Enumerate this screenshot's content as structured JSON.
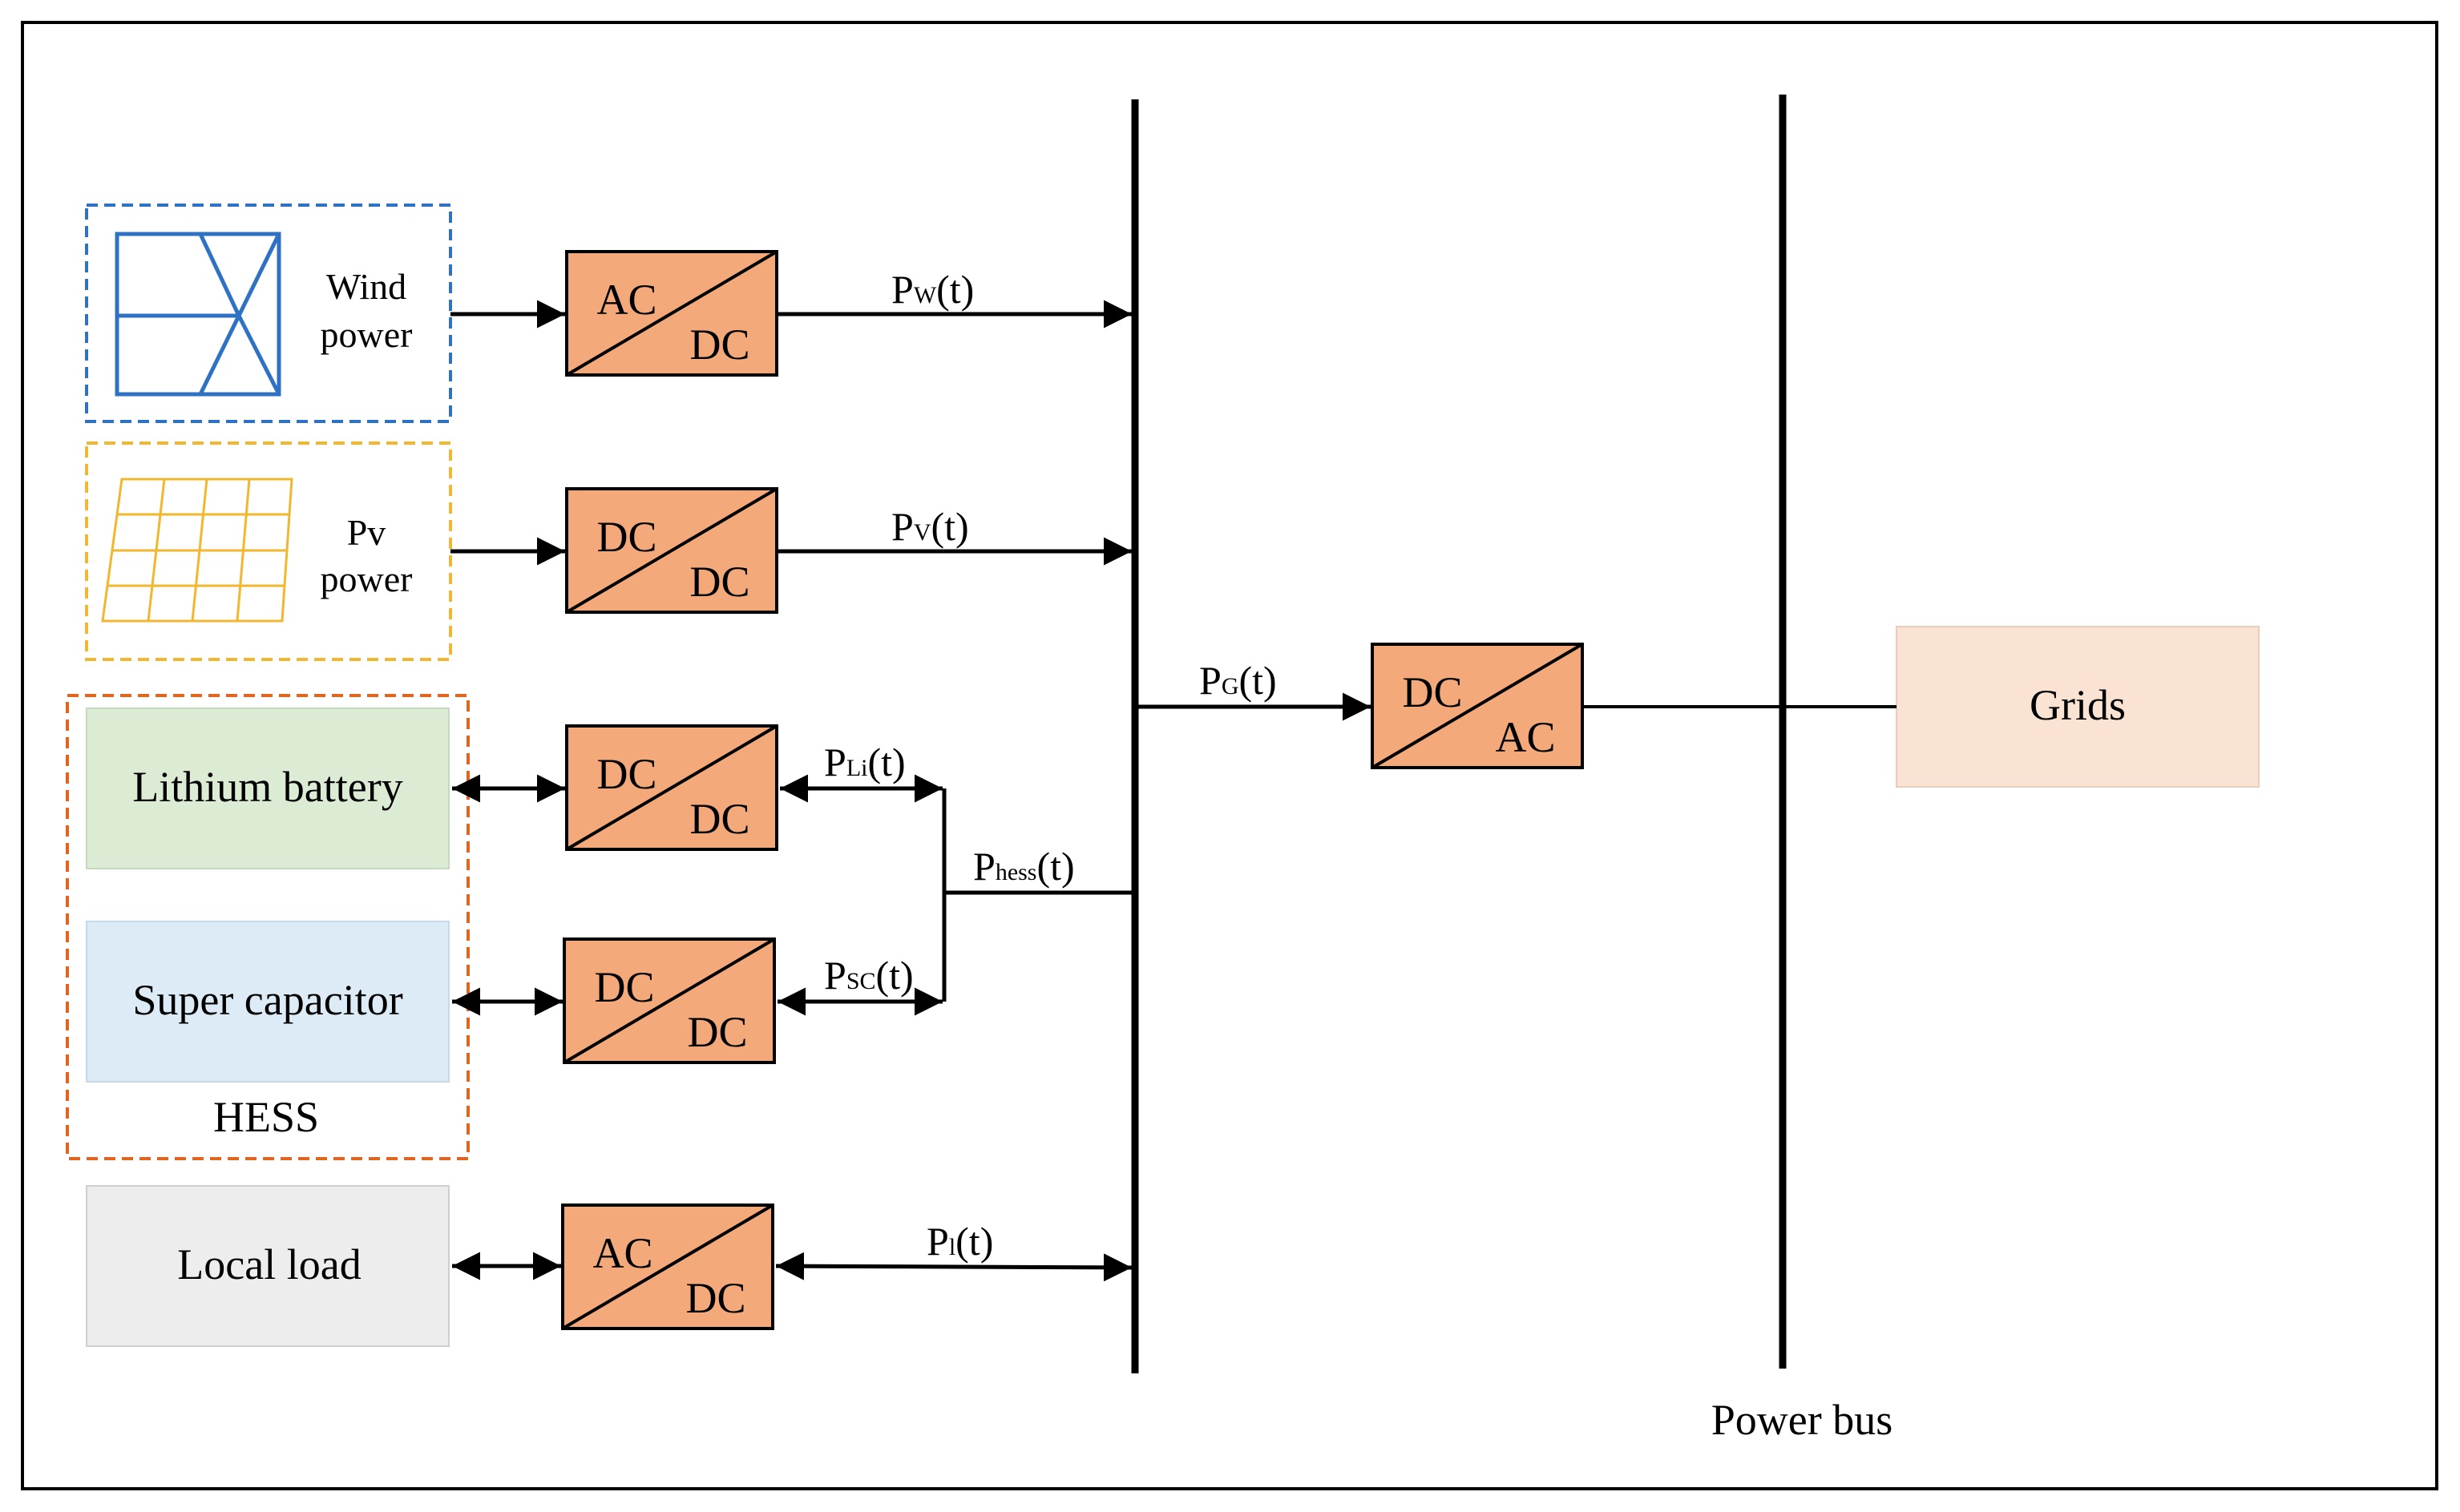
{
  "sources": {
    "wind_line1": "Wind",
    "wind_line2": "power",
    "pv_line1": "Pv",
    "pv_line2": "power"
  },
  "hess": {
    "label": "HESS",
    "battery": "Lithium battery",
    "capacitor": "Super capacitor"
  },
  "load": "Local load",
  "grid": "Grids",
  "bus_label": "Power bus",
  "converters": [
    {
      "top": "AC",
      "bottom": "DC"
    },
    {
      "top": "DC",
      "bottom": "DC"
    },
    {
      "top": "DC",
      "bottom": "DC"
    },
    {
      "top": "DC",
      "bottom": "DC"
    },
    {
      "top": "AC",
      "bottom": "DC"
    },
    {
      "top": "DC",
      "bottom": "AC"
    }
  ],
  "signals": {
    "pw": {
      "base": "P",
      "sub": "W",
      "arg": "(t)"
    },
    "pv": {
      "base": "P",
      "sub": "V",
      "arg": "(t)"
    },
    "pli": {
      "base": "P",
      "sub": "Li",
      "arg": "(t)"
    },
    "psc": {
      "base": "P",
      "sub": "SC",
      "arg": "(t)"
    },
    "phess": {
      "base": "P",
      "sub": "hess",
      "arg": "(t)"
    },
    "pl": {
      "base": "P",
      "sub": "l",
      "arg": "(t)"
    },
    "pg": {
      "base": "P",
      "sub": "G",
      "arg": "(t)"
    }
  },
  "colors": {
    "converter_fill": "#F4A97A",
    "wind_border": "#2F72C4",
    "pv_border": "#F0B72F",
    "hess_border": "#E0661F",
    "battery_fill": "#DCEBD3",
    "capacitor_fill": "#DDEBF7",
    "load_fill": "#EDEDED",
    "grid_fill": "#FBE3D3"
  }
}
